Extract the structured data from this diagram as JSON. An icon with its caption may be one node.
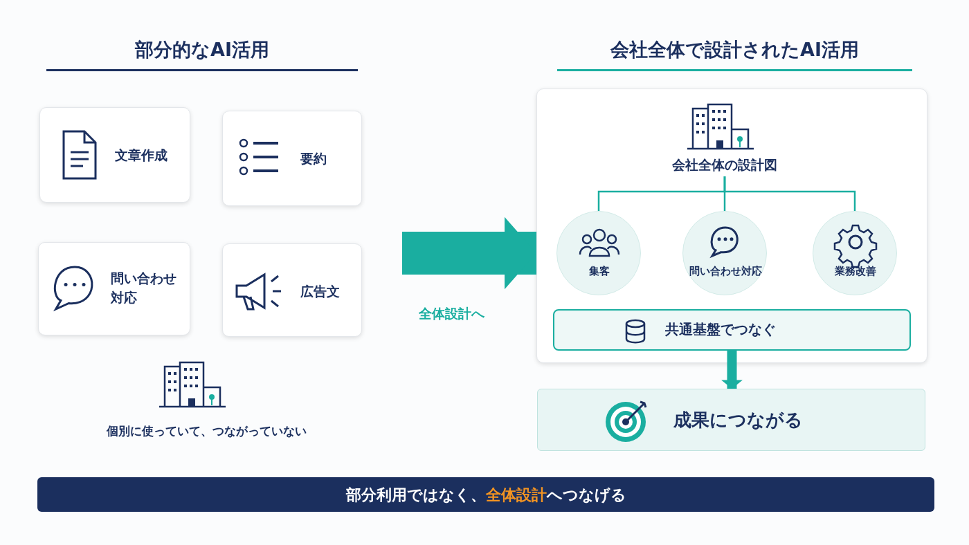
{
  "diagram": {
    "nodes": [
      {
        "text": [
          "文章作成"
        ]
      },
      {
        "text": [
          "要約"
        ]
      },
      {
        "text": [
          "問い合わせ対応"
        ]
      },
      {
        "text": [
          "広告文"
        ]
      },
      {
        "text": [],
        "shape": "box"
      },
      {
        "text": [
          "会社全体の設計図"
        ],
        "in": 4
      },
      {
        "text": [
          "集客"
        ],
        "in": 4
      },
      {
        "text": [
          "問い合わせ対応"
        ],
        "in": 4
      },
      {
        "text": [
          "業務改善"
        ],
        "in": 4
      },
      {
        "text": [
          "共通基盤でつなぐ"
        ],
        "in": 4
      },
      {
        "text": [
          "成果につながる"
        ]
      },
      {
        "text": [
          "部分利用ではなく、**全体設計**へつなげる"
        ]
      }
    ],
    "edges": [
      {
        "from": null,
        "to": 4,
        "arrow": "to",
        "label": "全体設計へ",
        "style": "thick"
      },
      {
        "from": 5,
        "to": 6,
        "arrow": "none"
      },
      {
        "from": 5,
        "to": 7,
        "arrow": "none"
      },
      {
        "from": 5,
        "to": 8,
        "arrow": "none"
      },
      {
        "from": 9,
        "to": 10,
        "arrow": "to",
        "style": "thick"
      }
    ],
    "labels": [
      "部分的なAI活用",
      "会社全体で設計されたAI活用",
      "個別に使っていて、つながっていない"
    ]
  }
}
